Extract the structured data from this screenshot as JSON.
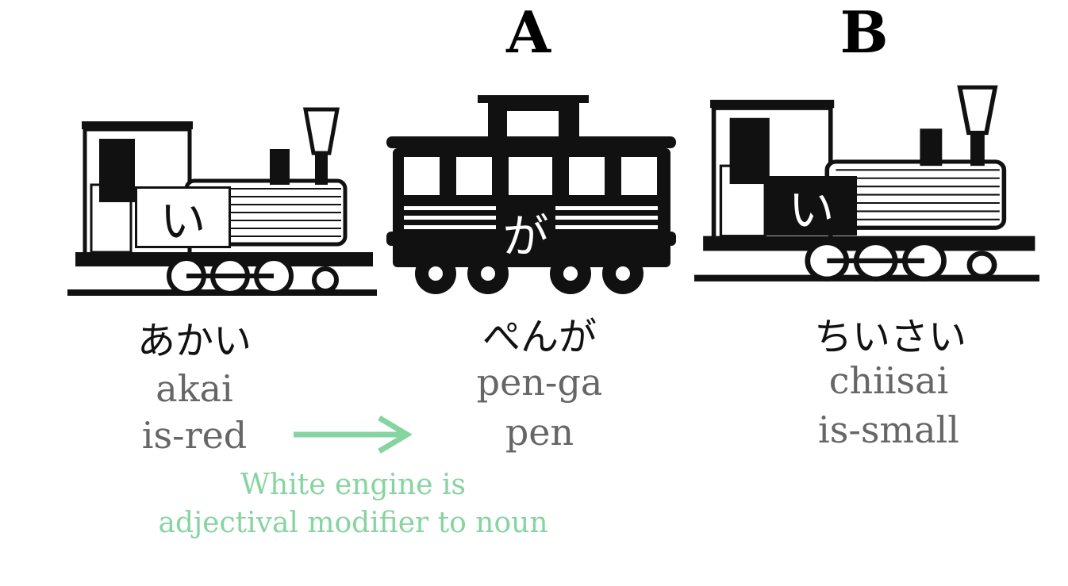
{
  "labels": {
    "a": "A",
    "b": "B"
  },
  "cars": [
    {
      "sign": "い",
      "kana": "あかい",
      "romaji": "akai",
      "gloss": "is-red",
      "sign_style": "white"
    },
    {
      "sign": "が",
      "kana": "ぺんが",
      "romaji": "pen-ga",
      "gloss": "pen"
    },
    {
      "sign": "い",
      "kana": "ちいさい",
      "romaji": "chiisai",
      "gloss": "is-small",
      "sign_style": "black"
    }
  ],
  "note": {
    "line1": "White engine is",
    "line2": "adjectival modifier to noun"
  },
  "colors": {
    "note": "#86d4a0",
    "romaji": "#666666",
    "ink": "#111111"
  }
}
